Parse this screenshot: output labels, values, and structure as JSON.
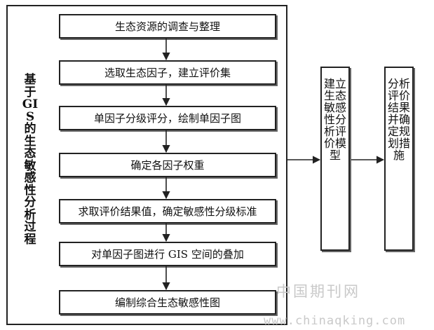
{
  "left_panel_label": "基于GIS的生态敏感性分析过程",
  "steps": [
    "生态资源的调查与整理",
    "选取生态因子，建立评价集",
    "单因子分级评分，绘制单因子图",
    "确定各因子权重",
    "求取评价结果值，确定敏感性分级标准",
    "对单因子图进行 GIS 空间的叠加",
    "编制综合生态敏感性图"
  ],
  "model_box": "建立生态敏感性分析评价模型",
  "result_box": "分析评价结果并确定规划措施",
  "watermark": {
    "cn": "中国期刊网",
    "url": "www.chinaqking.com"
  }
}
